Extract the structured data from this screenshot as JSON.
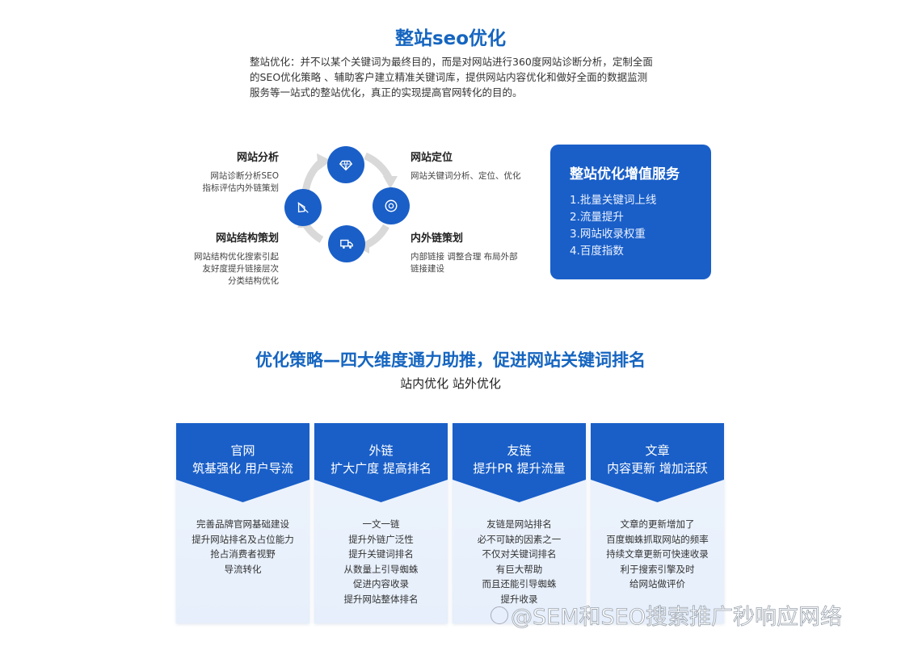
{
  "header": {
    "title": "整站seo优化",
    "intro": "整站优化：并不以某个关键词为最终目的，而是对网站进行360度网站诊断分析，定制全面的SEO优化策略 、辅助客户建立精准关键词库，提供网站内容优化和做好全面的数据监测服务等一站式的整站优化，真正的实现提高官网转化的目的。"
  },
  "cycle": {
    "steps": [
      {
        "title": "网站分析",
        "desc_lines": [
          "网站诊断分析SEO",
          "指标评估内外链策划"
        ],
        "icon": "megaphone-icon"
      },
      {
        "title": "网站定位",
        "desc_lines": [
          "网站关键词分析、定位、优化"
        ],
        "icon": "diamond-icon"
      },
      {
        "title": "内外链策划",
        "desc_lines": [
          "内部链接 调整合理 布局外部",
          "链接建设"
        ],
        "icon": "disc-icon"
      },
      {
        "title": "网站结构策划",
        "desc_lines": [
          "网站结构优化搜索引起",
          "友好度提升链接层次",
          "分类结构优化"
        ],
        "icon": "truck-icon"
      }
    ]
  },
  "services": {
    "title": "整站优化增值服务",
    "items": [
      "1.批量关键词上线",
      "2.流量提升",
      "3.网站收录权重",
      "4.百度指数"
    ]
  },
  "strategy": {
    "title": "优化策略—四大维度通力助推，促进网站关键词排名",
    "subtitle": "站内优化  站外优化",
    "cards": [
      {
        "t1": "官网",
        "t2": "筑基强化 用户导流",
        "lines": [
          "完善品牌官网基础建设",
          "提升网站排名及占位能力",
          "抢占消费者视野",
          "导流转化"
        ]
      },
      {
        "t1": "外链",
        "t2": "扩大广度 提高排名",
        "lines": [
          "一文一链",
          "提升外链广泛性",
          "提升关键词排名",
          "从数量上引导蜘蛛",
          "促进内容收录",
          "提升网站整体排名"
        ]
      },
      {
        "t1": "友链",
        "t2": "提升PR 提升流量",
        "lines": [
          "友链是网站排名",
          "必不可缺的因素之一",
          "不仅对关键词排名",
          "有巨大帮助",
          "而且还能引导蜘蛛",
          "提升收录"
        ]
      },
      {
        "t1": "文章",
        "t2": "内容更新 增加活跃",
        "lines": [
          "文章的更新增加了",
          "百度蜘蛛抓取网站的频率",
          "持续文章更新可快速收录",
          "利于搜索引擎及时",
          "给网站做评价"
        ]
      }
    ]
  },
  "watermark": {
    "text": "@SEM和SEO搜索推广秒响应网络",
    "logo": "du"
  },
  "colors": {
    "brand_blue": "#1a5fc8",
    "title_blue": "#1565c0",
    "card_bg": "#eaf2fd",
    "arrow_gray": "#d6d6d6"
  }
}
